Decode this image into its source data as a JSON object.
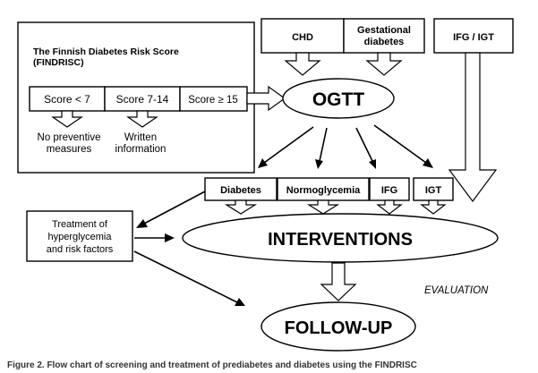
{
  "findrisc": {
    "title_line1": "The Finnish Diabetes Risk Score",
    "title_line2": "(FINDRISC)",
    "score_low": "Score < 7",
    "score_mid": "Score 7-14",
    "score_high": "Score ≥ 15",
    "outcome_low_line1": "No preventive",
    "outcome_low_line2": "measures",
    "outcome_mid_line1": "Written",
    "outcome_mid_line2": "information"
  },
  "risk_groups": {
    "chd": "CHD",
    "gestational_line1": "Gestational",
    "gestational_line2": "diabetes",
    "ifg_igt": "IFG / IGT"
  },
  "ogtt": "OGTT",
  "results": {
    "diabetes": "Diabetes",
    "normoglycemia": "Normoglycemia",
    "ifg": "IFG",
    "igt": "IGT"
  },
  "treatment": {
    "line1": "Treatment of",
    "line2": "hyperglycemia",
    "line3": "and risk factors"
  },
  "interventions": "INTERVENTIONS",
  "evaluation": "EVALUATION",
  "followup": "FOLLOW-UP",
  "caption": "Figure 2. Flow chart of screening and treatment of prediabetes and diabetes using the FINDRISC"
}
